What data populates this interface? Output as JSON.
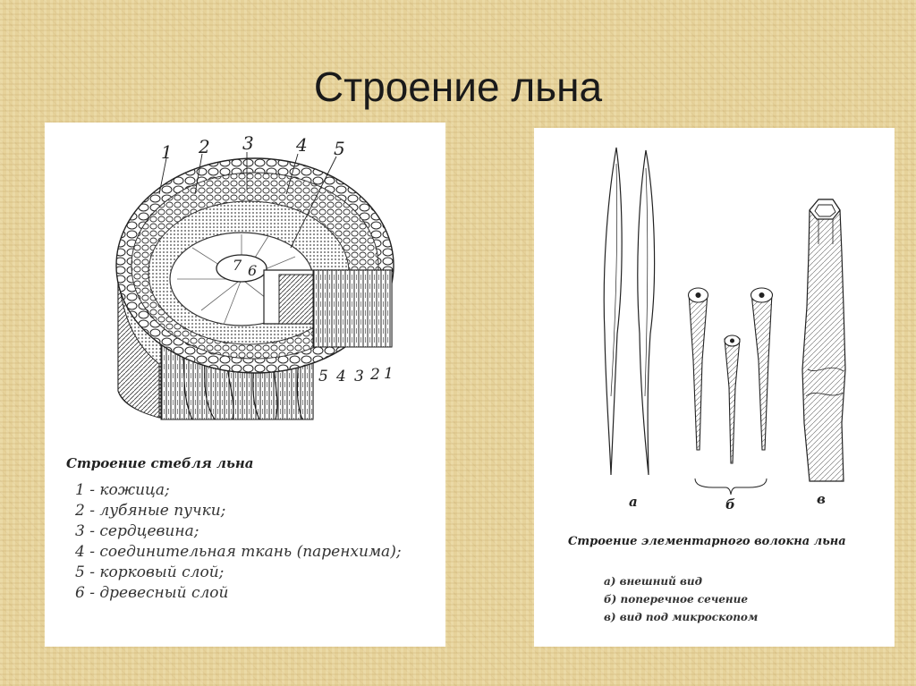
{
  "slide": {
    "title": "Строение льна"
  },
  "stem_figure": {
    "callouts_top": [
      "1",
      "2",
      "3",
      "4",
      "5"
    ],
    "callouts_inner": [
      "7",
      "6"
    ],
    "callouts_bottom": [
      "5",
      "4",
      "3",
      "2",
      "1"
    ],
    "caption": "Строение стебля льна",
    "legend": [
      "1 - кожица;",
      "2 - лубяные пучки;",
      "3 - сердцевина;",
      "4 - соединительная ткань (паренхима);",
      "5 - корковый слой;",
      "6 - древесный слой"
    ]
  },
  "fiber_figure": {
    "group_labels": [
      "а",
      "б",
      "в"
    ],
    "caption": "Строение  элементарного волокна льна",
    "legend": [
      "а) внешний вид",
      "б) поперечное сечение",
      "в) вид под микроскопом"
    ]
  }
}
